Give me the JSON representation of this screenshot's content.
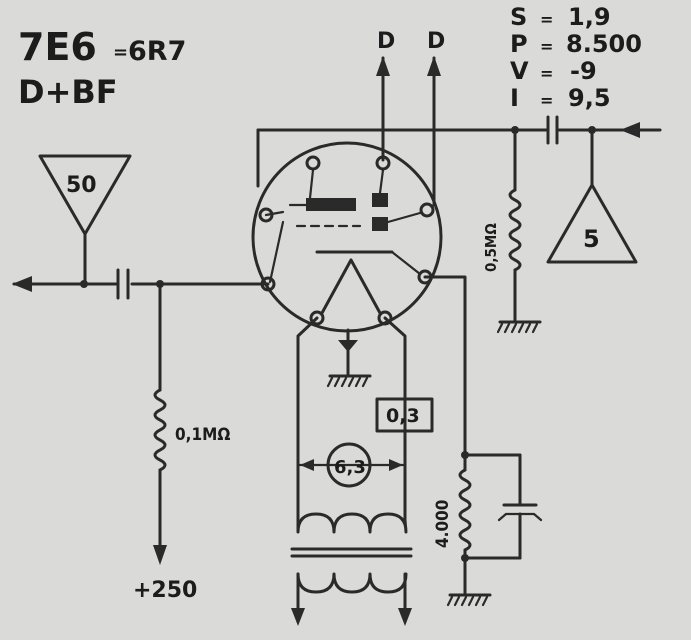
{
  "title": {
    "tube": "7E6",
    "equiv_sep": "=",
    "equiv_tube": "6R7",
    "function": "D+BF"
  },
  "anode_labels": [
    "D",
    "D"
  ],
  "specs": [
    {
      "key": "S",
      "sep": "=",
      "value": "1,9"
    },
    {
      "key": "P",
      "sep": "=",
      "value": "8.500"
    },
    {
      "key": "V",
      "sep": "=",
      "value": "-9"
    },
    {
      "key": "I",
      "sep": "=",
      "value": "9,5"
    }
  ],
  "amplifier_left_gain": "50",
  "amplifier_right_gain": "5",
  "resistor_grid": "0,5MΩ",
  "resistor_plate": "0,1MΩ",
  "resistor_cathode": "4.000",
  "heater_current": "0,3",
  "heater_voltage": "6,3",
  "supply_voltage": "+250",
  "colors": {
    "ink": "#2a2a2a",
    "paper": "#dadad8"
  }
}
